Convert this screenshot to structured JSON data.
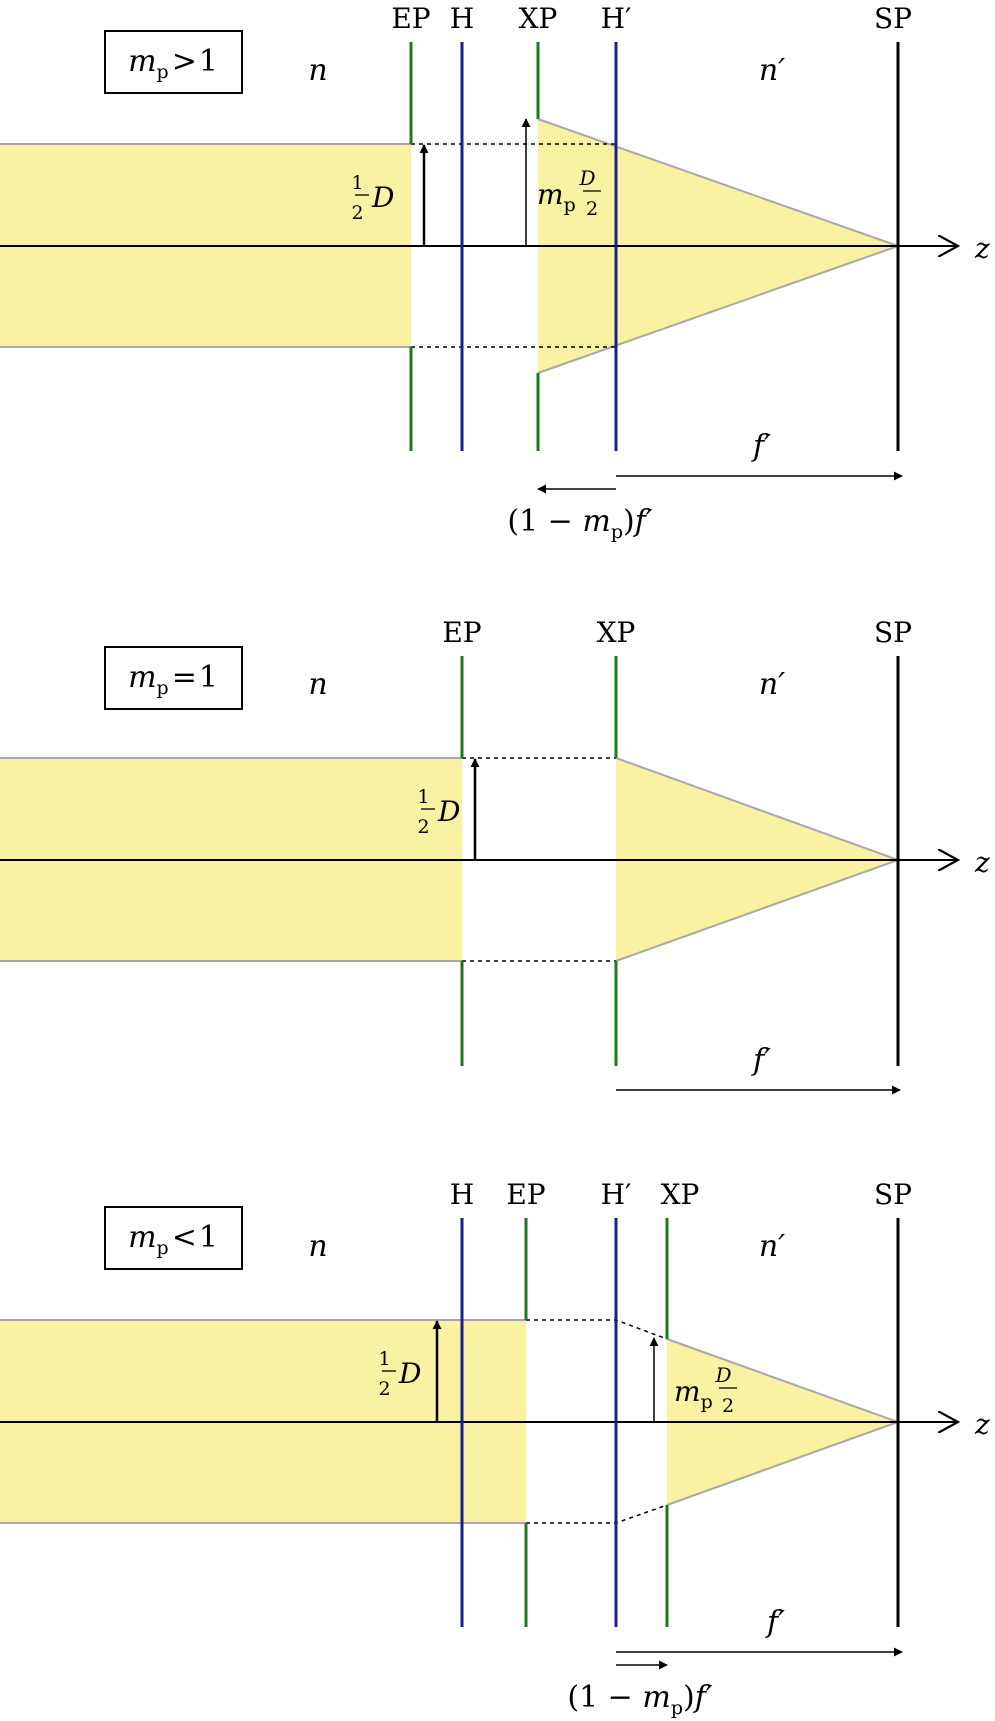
{
  "colors": {
    "beam": "#f8f2a2",
    "beam_edge": "#a8a8a8",
    "pupil_plane": "#1c7a1c",
    "principal_plane": "#1a1f8c",
    "axis": "#000000"
  },
  "panels": [
    {
      "id": "mp-greater-1",
      "case_label": {
        "m": "m",
        "sub": "p",
        "rel": ">",
        "val": "1"
      },
      "medium_in": "n",
      "medium_out": "n′",
      "axis_label": "z",
      "plane_labels": {
        "EP": "EP",
        "H": "H",
        "XP": "XP",
        "Hp": "H′",
        "SP": "SP"
      },
      "entrance_height_label": {
        "num": "1",
        "den": "2",
        "sym": "D"
      },
      "exit_height_label": {
        "m": "m",
        "sub": "p",
        "num": "D",
        "den": "2"
      },
      "focal_label": "f′",
      "shift_label": {
        "open": "(1 − ",
        "m": "m",
        "sub": "p",
        "close": ")",
        "f": "f′"
      }
    },
    {
      "id": "mp-equal-1",
      "case_label": {
        "m": "m",
        "sub": "p",
        "rel": "=",
        "val": "1"
      },
      "medium_in": "n",
      "medium_out": "n′",
      "axis_label": "z",
      "plane_labels": {
        "EP": "EP",
        "XP": "XP",
        "SP": "SP"
      },
      "entrance_height_label": {
        "num": "1",
        "den": "2",
        "sym": "D"
      },
      "focal_label": "f′"
    },
    {
      "id": "mp-less-1",
      "case_label": {
        "m": "m",
        "sub": "p",
        "rel": "<",
        "val": "1"
      },
      "medium_in": "n",
      "medium_out": "n′",
      "axis_label": "z",
      "plane_labels": {
        "H": "H",
        "EP": "EP",
        "Hp": "H′",
        "XP": "XP",
        "SP": "SP"
      },
      "entrance_height_label": {
        "num": "1",
        "den": "2",
        "sym": "D"
      },
      "exit_height_label": {
        "m": "m",
        "sub": "p",
        "num": "D",
        "den": "2"
      },
      "focal_label": "f′",
      "shift_label": {
        "open": "(1 − ",
        "m": "m",
        "sub": "p",
        "close": ")",
        "f": "f′"
      }
    }
  ]
}
